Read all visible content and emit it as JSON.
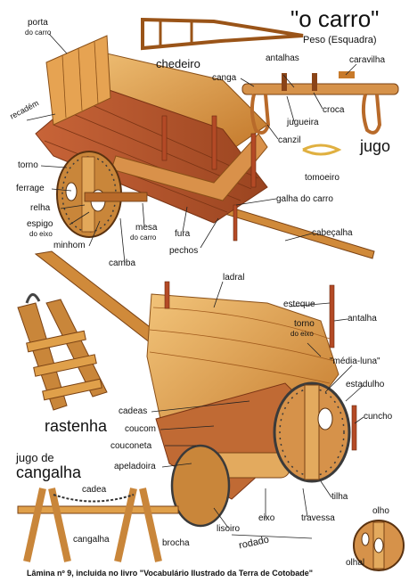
{
  "title": "\"o carro\"",
  "subtitle": "Peso (Esquadra)",
  "sections": {
    "jugo": "jugo",
    "rastenha": "rastenha",
    "jugo_de": "jugo de",
    "cangalha": "cangalha"
  },
  "labels": {
    "porta": "porta",
    "do_carro": "do carro",
    "chedeiro": "chedeiro",
    "recadem": "recadém",
    "torno": "torno",
    "ferrage": "ferrage",
    "relha": "relha",
    "espigo": "espigo",
    "do_eixo": "do eixo",
    "minhom": "minhom",
    "camba": "camba",
    "mesa": "mesa",
    "mesa_do_carro": "do carro",
    "fura": "fura",
    "pechos": "pechos",
    "galha_do_carro": "galha do carro",
    "cabecalha": "cabeçalha",
    "antalhas": "antalhas",
    "caravilha": "caravilha",
    "canga": "canga",
    "croca": "croca",
    "jugueira": "jugueira",
    "canzil": "canzil",
    "tomoeiro": "tomoeiro",
    "ladral": "ladral",
    "esteque": "esteque",
    "antalha": "antalha",
    "torno2": "torno",
    "torno2_sub": "do eixo",
    "media_luna": "\"média-luna\"",
    "estadulho": "estadulho",
    "cadeas": "cadeas",
    "cuncho": "cuncho",
    "coucom": "coucom",
    "couconeta": "couconeta",
    "apeladoira": "apeladoira",
    "cadea": "cadea",
    "tilha": "tilha",
    "eixo": "eixo",
    "travessa": "travessa",
    "lisoiro": "lisoiro",
    "rodado": "rodado",
    "olho": "olho",
    "olhal": "olhal",
    "cangalha_lbl": "cangalha",
    "brocha": "brocha"
  },
  "caption": "Lâmina nº 9, incluida no livro  \"Vocabulário Ilustrado da Terra de Cotobade\"",
  "colors": {
    "wood_light": "#e0a04a",
    "wood_mid": "#c8782c",
    "wood_dark": "#9a5418",
    "wood_red": "#b2502a",
    "iron": "#3a3a3a",
    "leader": "#222222"
  }
}
